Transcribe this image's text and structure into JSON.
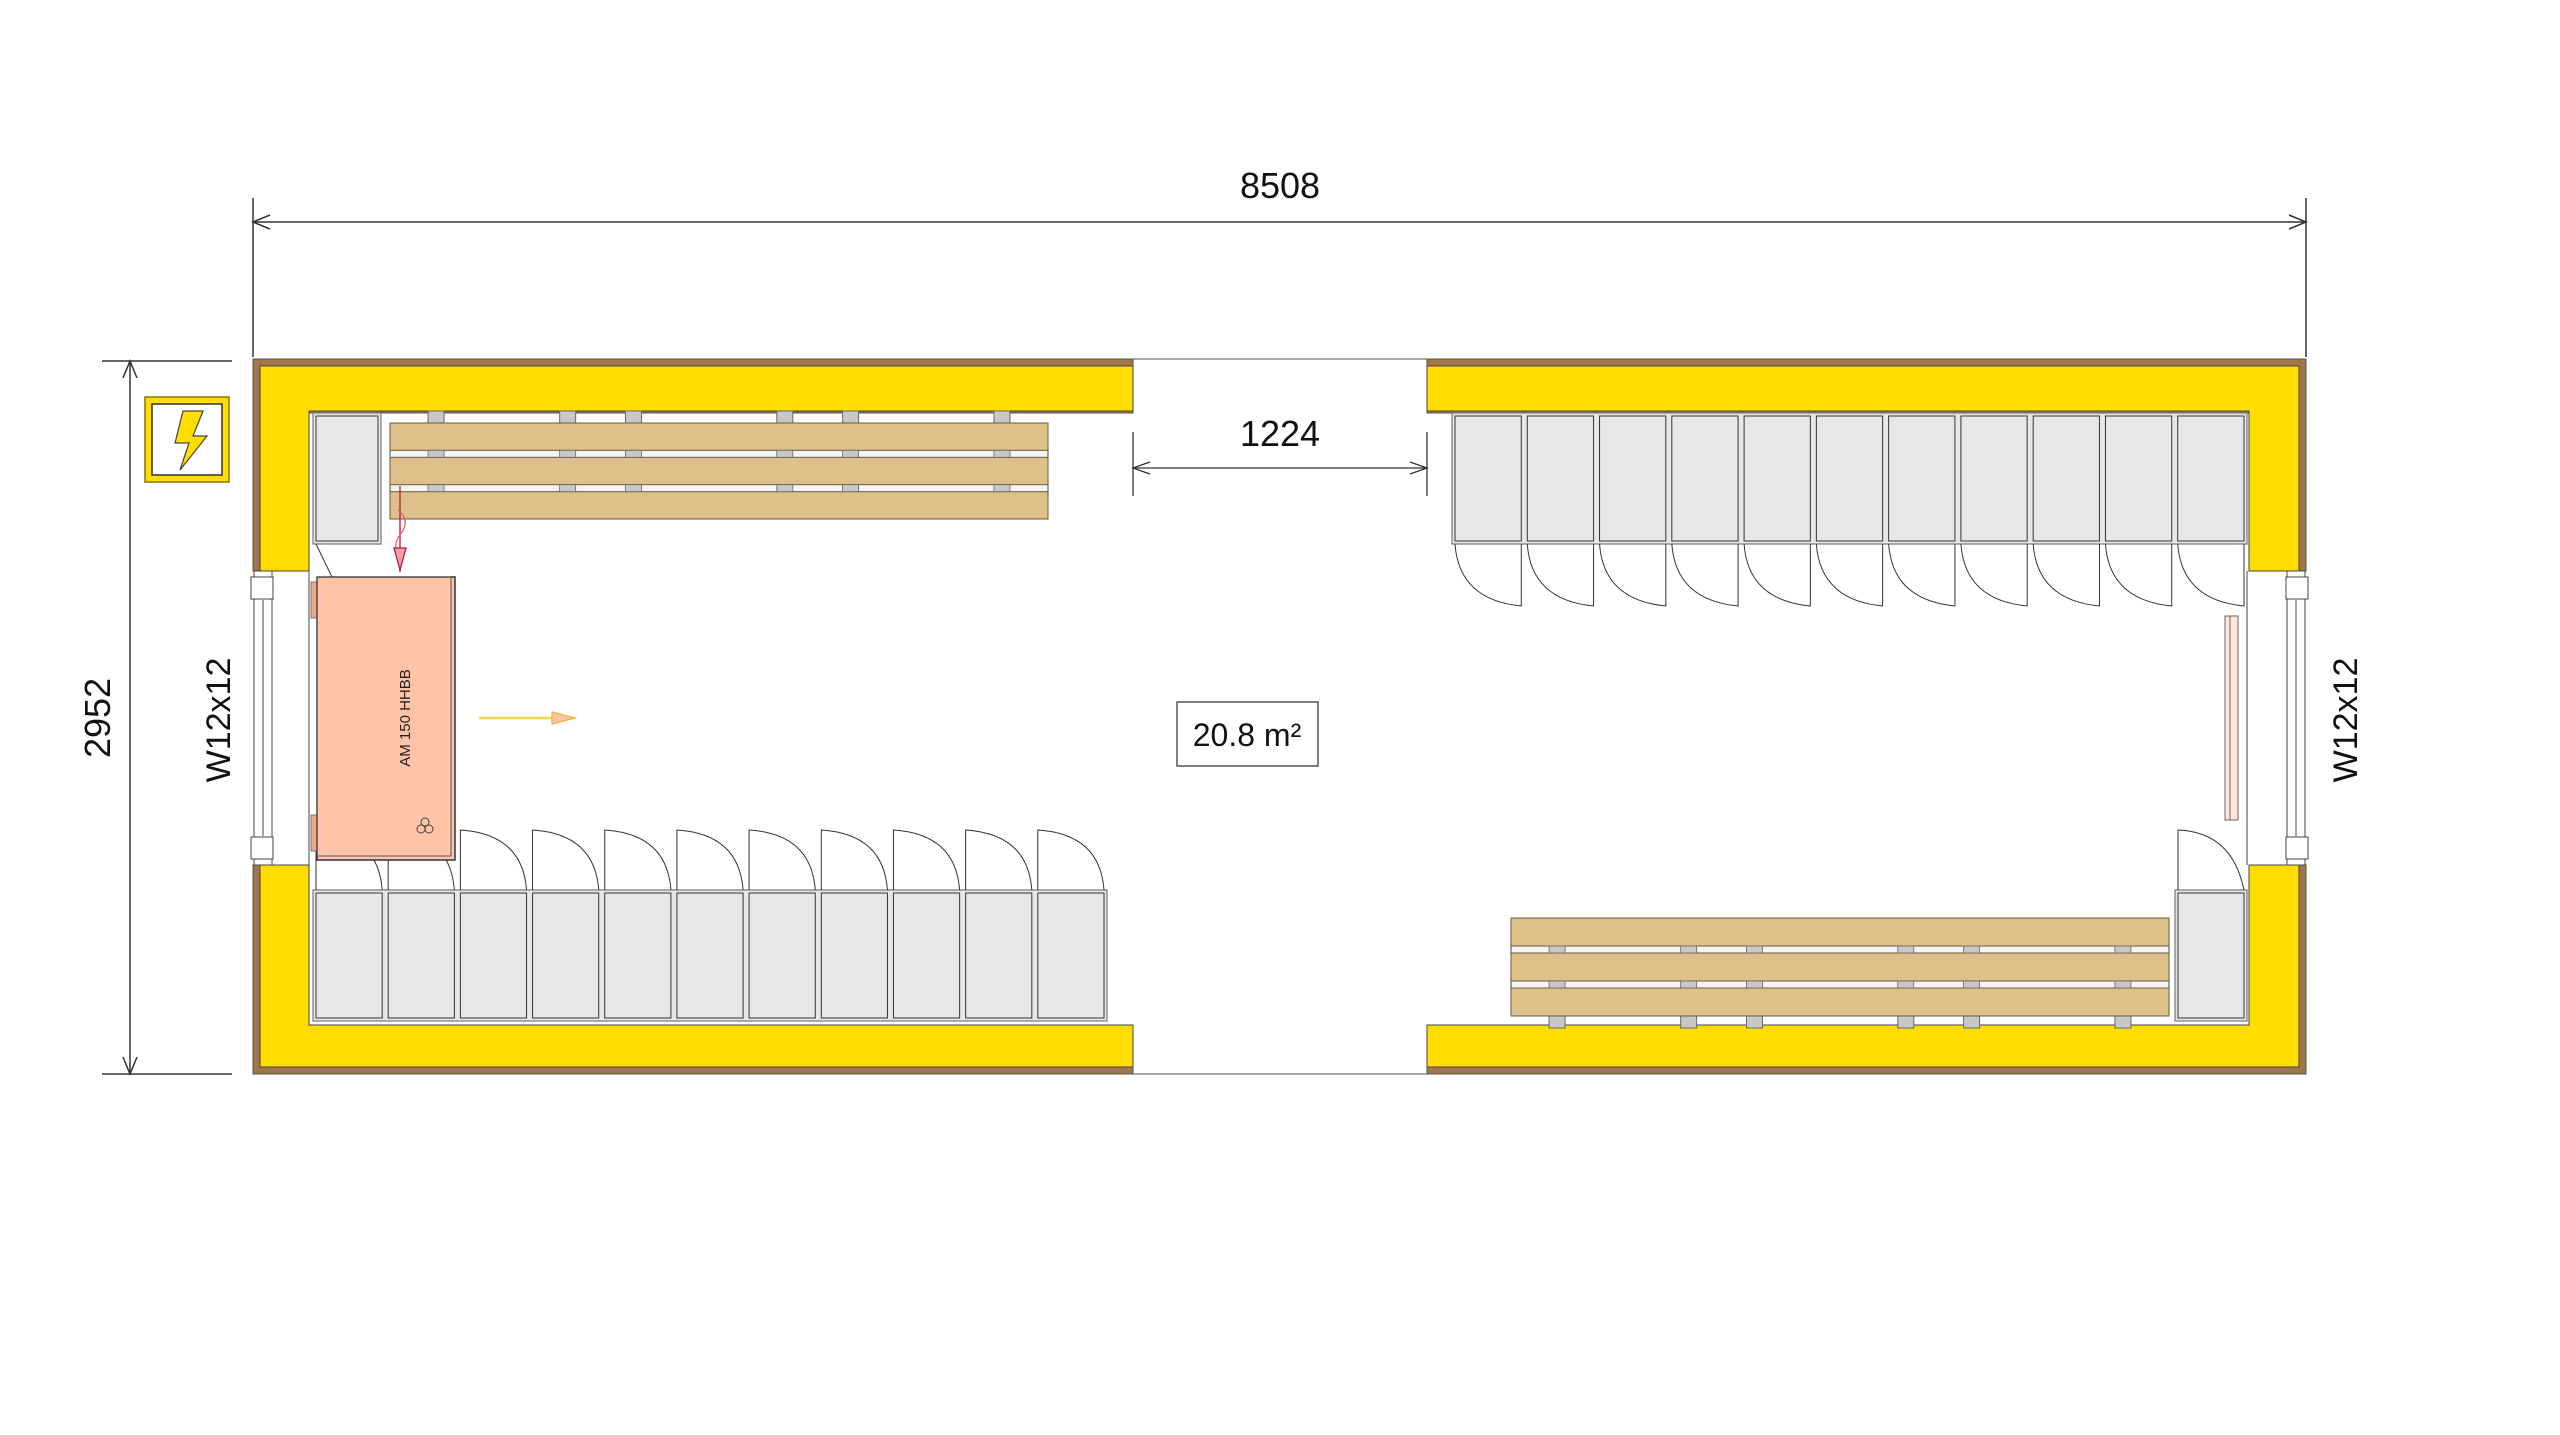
{
  "drawing": {
    "overall_width_mm": "8508",
    "overall_depth_mm": "2952",
    "door_opening_mm": "1224",
    "floor_area": "20.8 m²",
    "window_left": "W12x12",
    "window_right": "W12x12",
    "heater_label": "AM 150 HHBB",
    "electrical_sign_icon": "lightning-bolt-icon"
  },
  "furniture": {
    "top_right_lockers": 11,
    "bottom_left_lockers": 11,
    "top_left_lockers": 1,
    "bottom_right_lockers": 1,
    "benches": 2
  },
  "colors": {
    "wall_insulation": "#FFDD00",
    "wall_cladding": "#A0764A",
    "locker_fill": "#E8E7E5",
    "bench_wood": "#DEC08A",
    "heater_fill": "#FFC4A8",
    "dimension_line": "#333333",
    "pipe_red": "#C0143C",
    "airflow_arrow": "#FFD24D"
  }
}
